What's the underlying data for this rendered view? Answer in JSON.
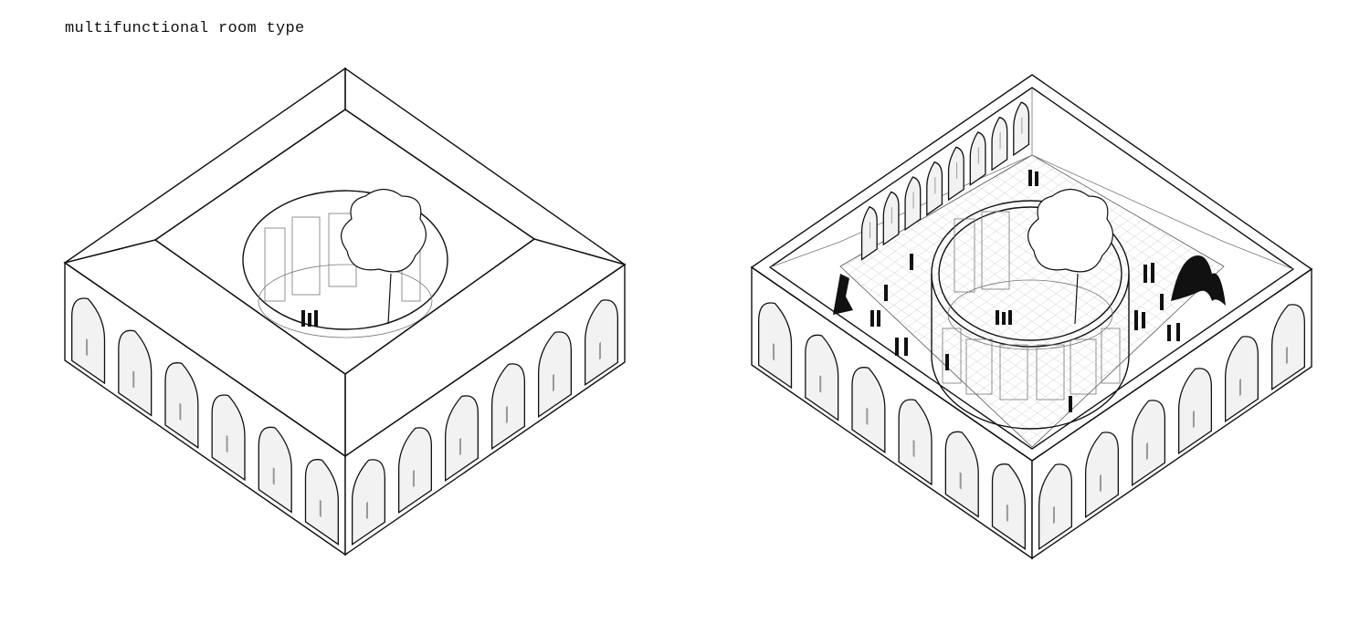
{
  "title": "multifunctional room type",
  "drawings": [
    {
      "name": "exterior-roof-view",
      "arches_per_face": 6
    },
    {
      "name": "interior-open-view",
      "arches_per_face": 6
    }
  ],
  "colors": {
    "line": "#111111",
    "glass": "#f2f2f2",
    "figure": "#111111",
    "ghost-figure": "#999999"
  }
}
